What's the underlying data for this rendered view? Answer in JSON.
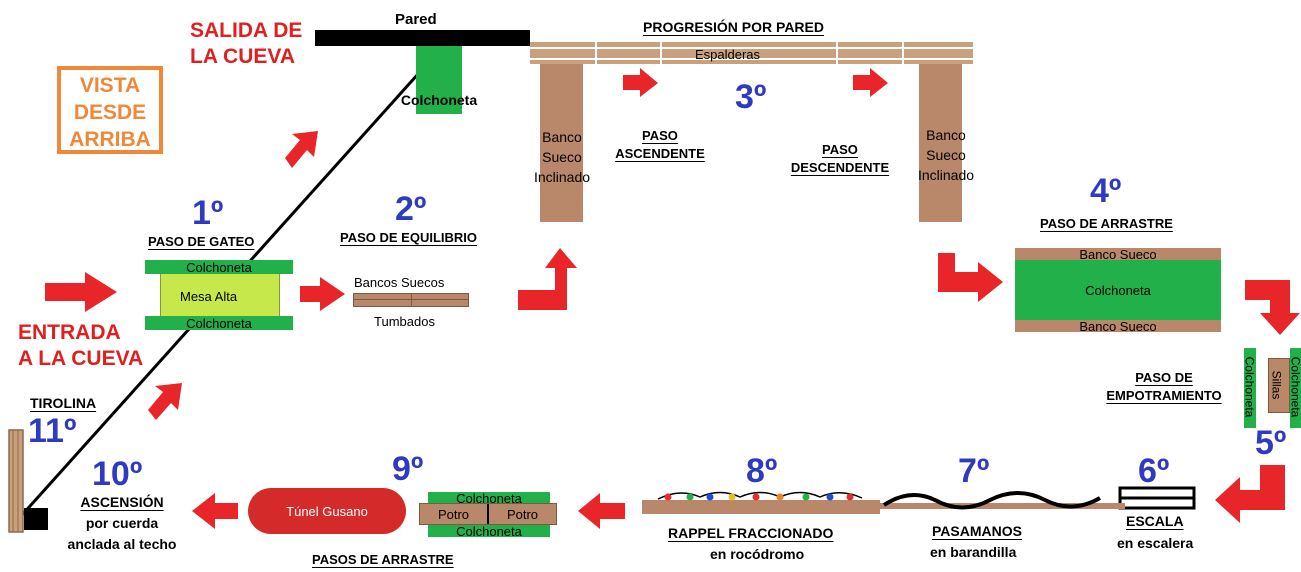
{
  "view_label": {
    "line1": "VISTA",
    "line2": "DESDE",
    "line3": "ARRIBA"
  },
  "exit_label": {
    "line1": "SALIDA DE",
    "line2": "LA CUEVA"
  },
  "entry_label": {
    "line1": "ENTRADA",
    "line2": "A LA CUEVA"
  },
  "wall_label": "Pared",
  "wall_mat": "Colchoneta",
  "wall_progression": {
    "title": "PROGRESIÓN POR PARED",
    "bars": "Espalderas",
    "number": "3º"
  },
  "bench_left": {
    "l1": "Banco",
    "l2": "Sueco",
    "l3": "Inclinado"
  },
  "bench_right": {
    "l1": "Banco",
    "l2": "Sueco",
    "l3": "Inclinado"
  },
  "paso_ascendente": {
    "l1": "PASO",
    "l2": "ASCENDENTE"
  },
  "paso_descendente": {
    "l1": "PASO",
    "l2": "DESCENDENTE"
  },
  "station1": {
    "number": "1º",
    "title": "PASO DE GATEO",
    "mat_top": "Colchoneta",
    "table": "Mesa Alta",
    "mat_bottom": "Colchoneta"
  },
  "station2": {
    "number": "2º",
    "title": "PASO DE EQUILIBRIO",
    "top": "Bancos Suecos",
    "bottom": "Tumbados"
  },
  "station4": {
    "number": "4º",
    "title": "PASO DE ARRASTRE",
    "bench_top": "Banco Sueco",
    "mat": "Colchoneta",
    "bench_bottom": "Banco Sueco"
  },
  "station5": {
    "number": "5º",
    "l1": "PASO DE",
    "l2": "EMPOTRAMIENTO",
    "mat_a": "Colchoneta",
    "chairs": "Sillas",
    "mat_b": "Colchoneta"
  },
  "station6": {
    "number": "6º",
    "title": "ESCALA",
    "sub": "en escalera"
  },
  "station7": {
    "number": "7º",
    "title": "PASAMANOS",
    "sub": "en barandilla"
  },
  "station8": {
    "number": "8º",
    "title": "RAPPEL FRACCIONADO",
    "sub": "en rocódromo"
  },
  "station9": {
    "number": "9º",
    "mat_top": "Colchoneta",
    "potro1": "Potro",
    "potro2": "Potro",
    "mat_bottom": "Colchoneta"
  },
  "tunnel": "Túnel Gusano",
  "pasos_arrastre_bottom": "PASOS DE ARRASTRE",
  "station10": {
    "number": "10º",
    "title": "ASCENSIÓN",
    "sub1": "por cuerda",
    "sub2": "anclada al techo"
  },
  "station11": {
    "number": "11º",
    "title": "TIROLINA"
  },
  "colors": {
    "arrow": "#e8262a",
    "number": "#2f3bbf",
    "mat": "#22b04b",
    "bench": "#b9876a",
    "table": "#c7e84a",
    "view_border": "#f0883a"
  }
}
